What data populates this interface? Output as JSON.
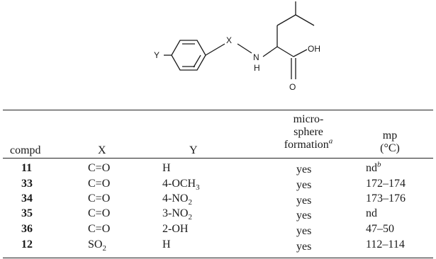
{
  "structure": {
    "label_y": "Y",
    "label_x": "X",
    "label_n": "N",
    "label_h": "H",
    "label_oh": "OH",
    "label_o": "O"
  },
  "table": {
    "headers": {
      "compd": "compd",
      "x": "X",
      "y": "Y",
      "microsphere_line1": "micro-",
      "microsphere_line2": "sphere",
      "microsphere_line3": "formation",
      "microsphere_footnote": "a",
      "mp_line1": "mp",
      "mp_line2": "(°C)"
    },
    "rows": [
      {
        "compd": "11",
        "x": "C=O",
        "y_main": "H",
        "y_sub": "",
        "microsphere": "yes",
        "mp": "nd",
        "mp_footnote": "b"
      },
      {
        "compd": "33",
        "x": "C=O",
        "y_main": "4-OCH",
        "y_sub": "3",
        "microsphere": "yes",
        "mp": "172–174",
        "mp_footnote": ""
      },
      {
        "compd": "34",
        "x": "C=O",
        "y_main": "4-NO",
        "y_sub": "2",
        "microsphere": "yes",
        "mp": "173–176",
        "mp_footnote": ""
      },
      {
        "compd": "35",
        "x": "C=O",
        "y_main": "3-NO",
        "y_sub": "2",
        "microsphere": "yes",
        "mp": "nd",
        "mp_footnote": ""
      },
      {
        "compd": "36",
        "x": "C=O",
        "y_main": "2-OH",
        "y_sub": "",
        "microsphere": "yes",
        "mp": "47–50",
        "mp_footnote": ""
      },
      {
        "compd": "12",
        "x_main": "SO",
        "x_sub": "2",
        "y_main": "H",
        "y_sub": "",
        "microsphere": "yes",
        "mp": "112–114",
        "mp_footnote": ""
      }
    ]
  }
}
